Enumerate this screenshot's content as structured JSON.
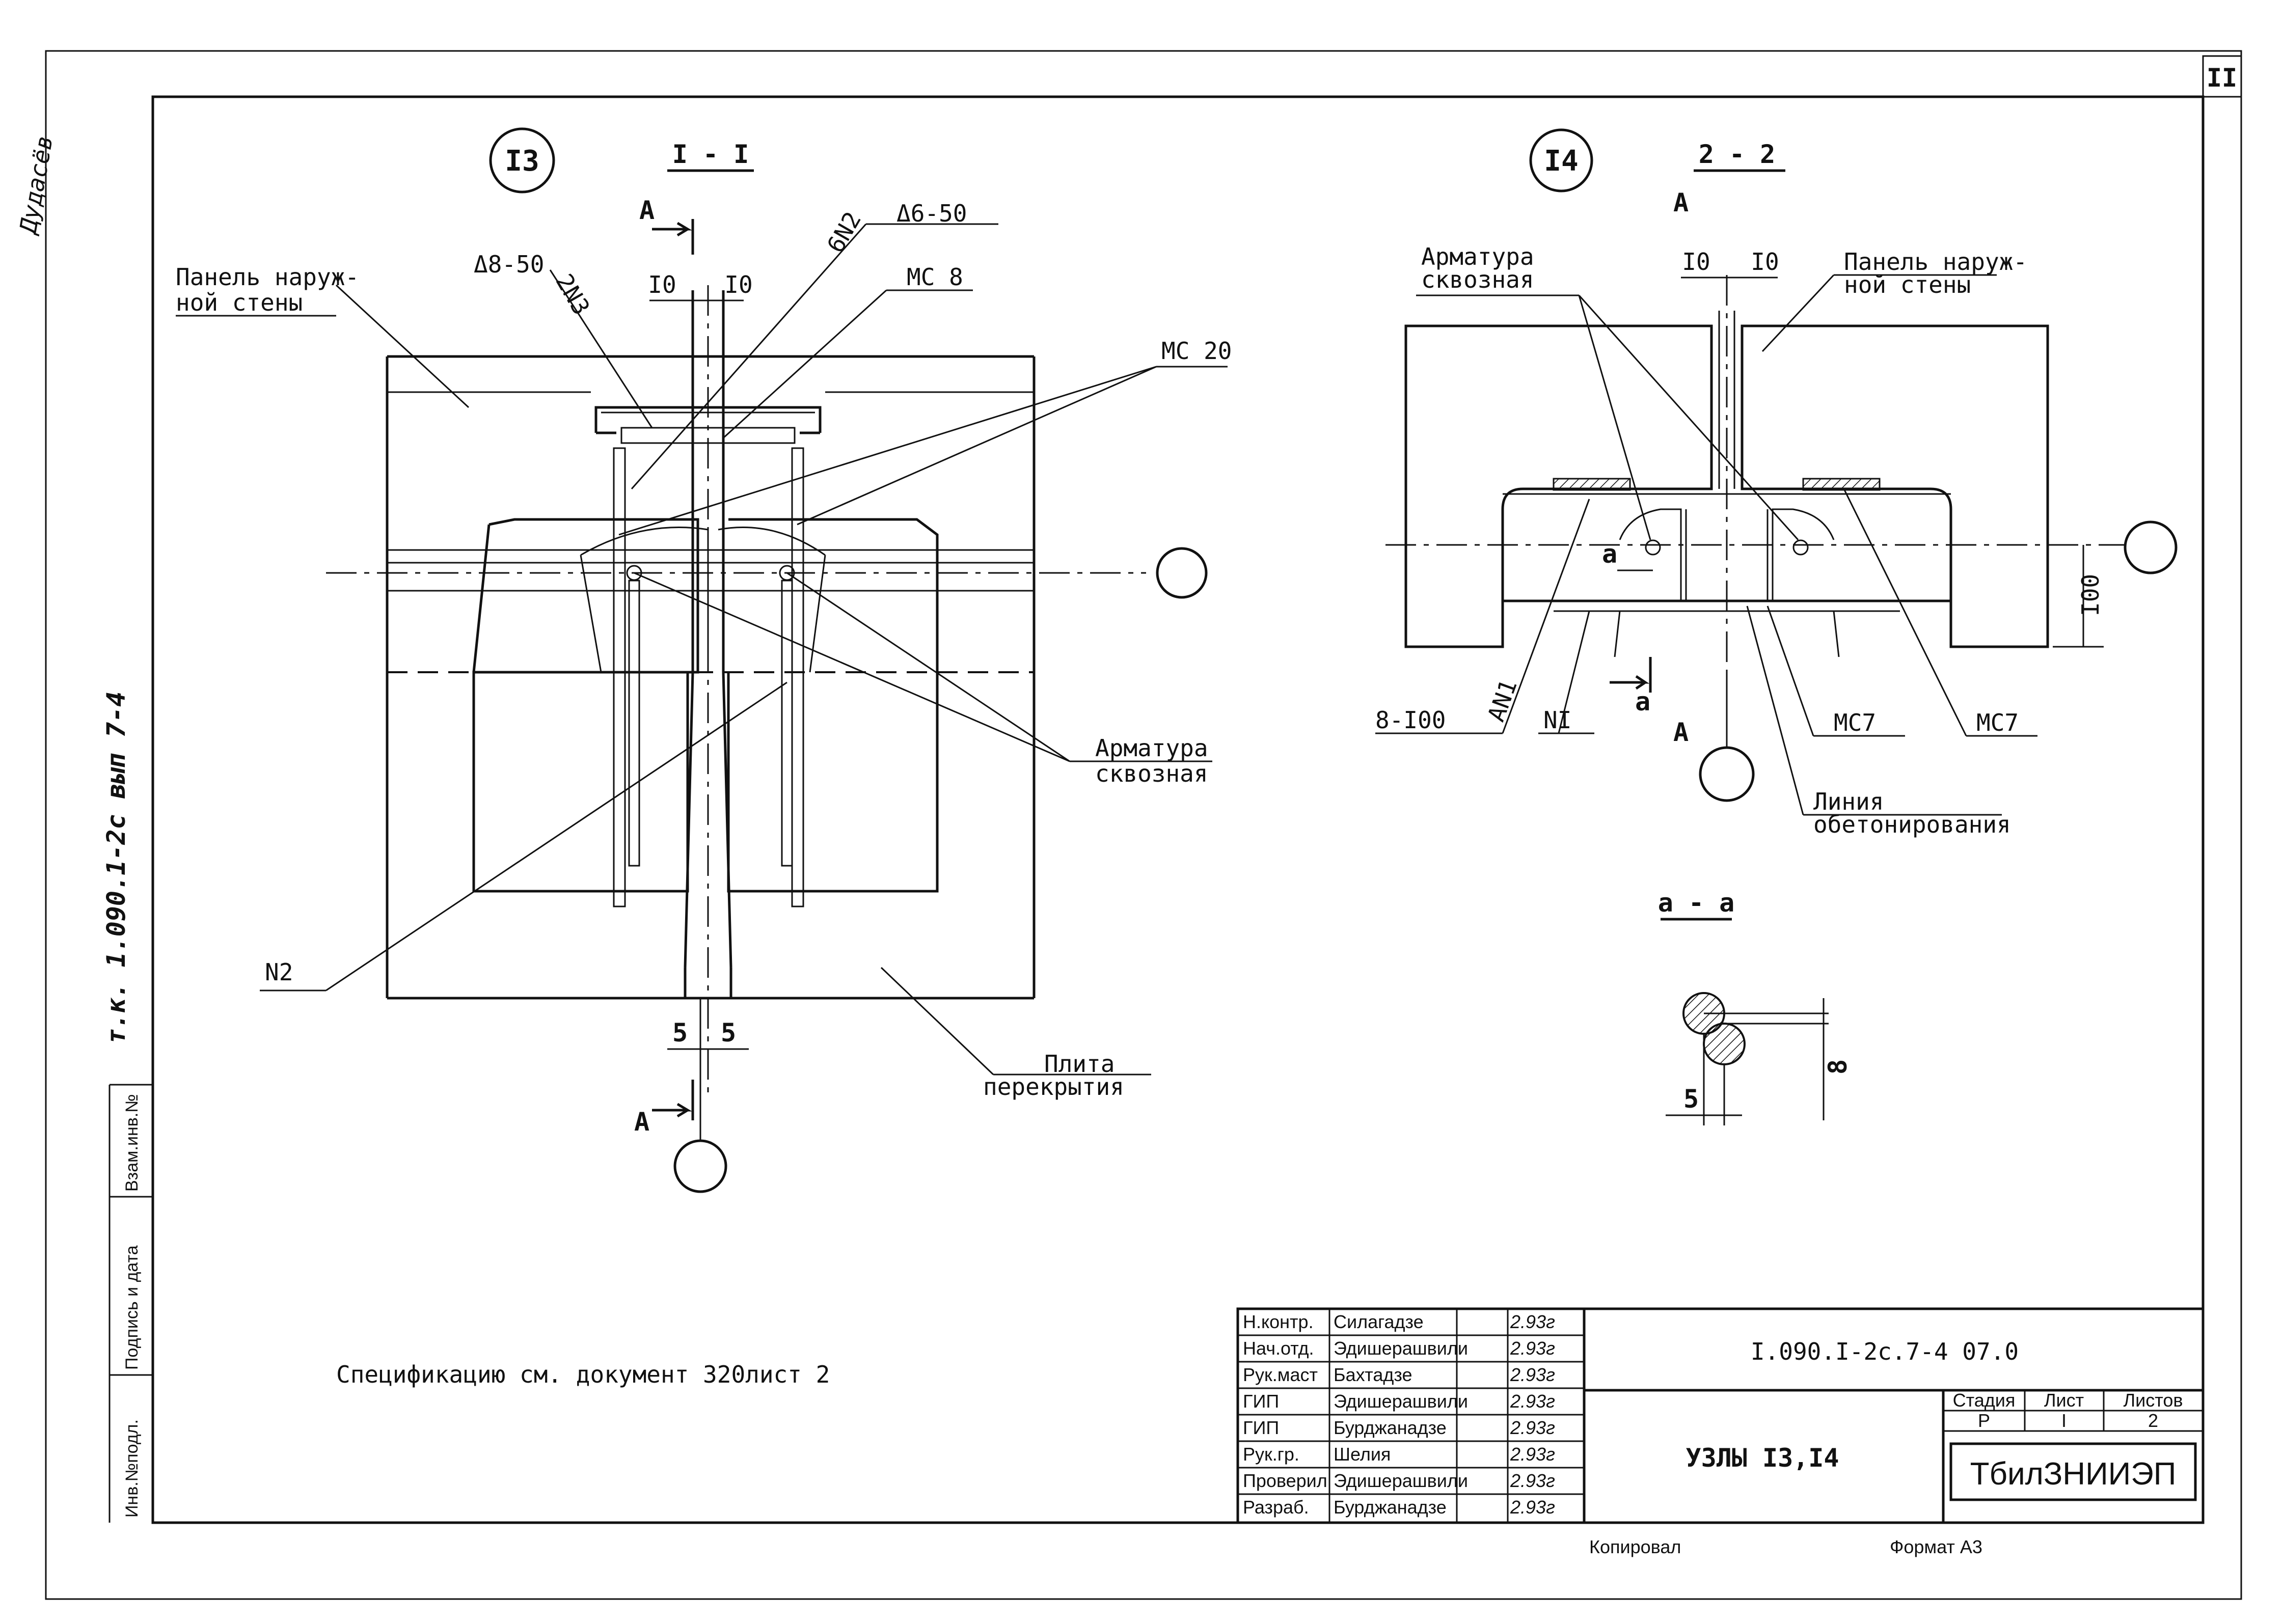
{
  "sheet": {
    "sheet_no": "II",
    "spec_note": "Спецификацию см. документ 320лист 2",
    "copied": "Копировал",
    "format": "Формат А3",
    "side_code": "т.к. 1.090.1-2с вып 7-4",
    "margin_signature": "Дудасёв"
  },
  "node13": {
    "number": "I3",
    "section": "I - I",
    "labels": {
      "panel": "Панель наруж-ной стены",
      "delta8": "Δ8-50",
      "n2n3": "2N3",
      "n6n2": "6N2",
      "delta6": "Δ6-50",
      "mc8": "МС 8",
      "mc20": "МС 20",
      "dim10a": "I0",
      "dim10b": "I0",
      "armatura": "Арматура сквозная",
      "n2": "N2",
      "dim5a": "5",
      "dim5b": "5",
      "plita": "Плита перекрытия",
      "arrowA_top": "А",
      "arrowA_bottom": "А"
    }
  },
  "node14": {
    "number": "I4",
    "section": "2 - 2",
    "labels": {
      "armatura": "Арматура сквозная",
      "dim10a": "I0",
      "dim10b": "I0",
      "panel": "Панель наруж-ной стены",
      "a": "а",
      "dim100": "I00",
      "dim8100": "8-I00",
      "an1": "АN1",
      "n1": "NI",
      "a2": "а",
      "mc7a": "МС7",
      "mc7b": "МС7",
      "liniya": "Линия обетонирования",
      "A_top": "А",
      "A_bottom": "А"
    }
  },
  "detail_aa": {
    "title": "а - а",
    "dim8": "8",
    "dim5": "5"
  },
  "stamp": {
    "left_cols": {
      "inv_podl": "Инв.№подл.",
      "podpis_data": "Подпись и дата",
      "vzam_inv": "Взам.инв.№"
    },
    "roles": [
      {
        "role": "Н.контр.",
        "name": "Силагадзе",
        "date": "2.93г"
      },
      {
        "role": "Нач.отд.",
        "name": "Эдишерашвили",
        "date": "2.93г"
      },
      {
        "role": "Рук.маст",
        "name": "Бахтадзе",
        "date": "2.93г"
      },
      {
        "role": "ГИП",
        "name": "Эдишерашвили",
        "date": "2.93г"
      },
      {
        "role": "ГИП",
        "name": "Бурджанадзе",
        "date": "2.93г"
      },
      {
        "role": "Рук.гр.",
        "name": "Шелия",
        "date": "2.93г"
      },
      {
        "role": "Проверил",
        "name": "Эдишерашвили",
        "date": "2.93г"
      },
      {
        "role": "Разраб.",
        "name": "Бурджанадзе",
        "date": "2.93г"
      }
    ],
    "doc_code": "I.090.I-2с.7-4  07.0",
    "title": "УЗЛЫ I3,I4",
    "stage_label": "Стадия",
    "sheet_label": "Лист",
    "sheets_label": "Листов",
    "stage": "Р",
    "sheet": "I",
    "sheets": "2",
    "org": "ТбилЗНИИЭП"
  }
}
